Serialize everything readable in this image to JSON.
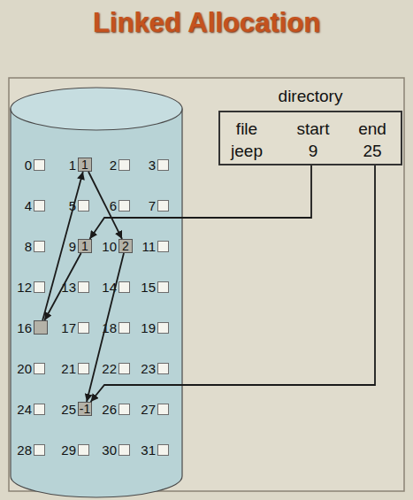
{
  "diagram": {
    "title": "Linked Allocation",
    "nodes": [
      {
        "text": [
          "directory",
          "file",
          "start",
          "end",
          "jeep",
          "9",
          "25"
        ]
      },
      {
        "text": [
          "0"
        ]
      },
      {
        "text": [
          "1",
          "1"
        ]
      },
      {
        "text": [
          "2"
        ]
      },
      {
        "text": [
          "3"
        ]
      },
      {
        "text": [
          "4"
        ]
      },
      {
        "text": [
          "5"
        ]
      },
      {
        "text": [
          "6"
        ]
      },
      {
        "text": [
          "7"
        ]
      },
      {
        "text": [
          "8"
        ]
      },
      {
        "text": [
          "9",
          "1"
        ]
      },
      {
        "text": [
          "10",
          "2"
        ]
      },
      {
        "text": [
          "11"
        ]
      },
      {
        "text": [
          "12"
        ]
      },
      {
        "text": [
          "13"
        ]
      },
      {
        "text": [
          "14"
        ]
      },
      {
        "text": [
          "15"
        ]
      },
      {
        "text": [
          "16"
        ]
      },
      {
        "text": [
          "17"
        ]
      },
      {
        "text": [
          "18"
        ]
      },
      {
        "text": [
          "19"
        ]
      },
      {
        "text": [
          "20"
        ]
      },
      {
        "text": [
          "21"
        ]
      },
      {
        "text": [
          "22"
        ]
      },
      {
        "text": [
          "23"
        ]
      },
      {
        "text": [
          "24"
        ]
      },
      {
        "text": [
          "25",
          "-1"
        ]
      },
      {
        "text": [
          "26"
        ]
      },
      {
        "text": [
          "27"
        ]
      },
      {
        "text": [
          "28"
        ]
      },
      {
        "text": [
          "29"
        ]
      },
      {
        "text": [
          "30"
        ]
      },
      {
        "text": [
          "31"
        ]
      }
    ],
    "edges": [
      {
        "from": 0,
        "to": 10,
        "arrow": "to"
      },
      {
        "from": 0,
        "to": 26,
        "arrow": "to"
      },
      {
        "from": 10,
        "to": 17,
        "arrow": "to"
      },
      {
        "from": 17,
        "to": 2,
        "arrow": "to"
      },
      {
        "from": 2,
        "to": 11,
        "arrow": "to"
      },
      {
        "from": 11,
        "to": 26,
        "arrow": "to"
      }
    ]
  }
}
